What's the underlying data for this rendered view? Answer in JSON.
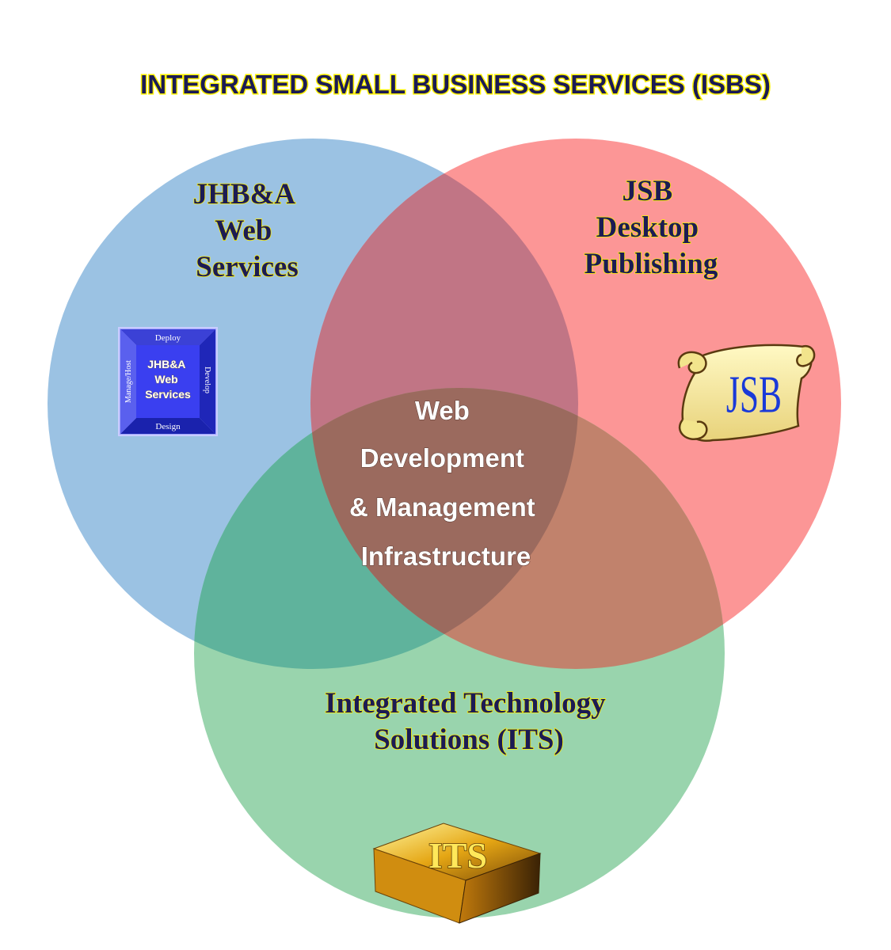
{
  "title": "INTEGRATED SMALL BUSINESS SERVICES (ISBS)",
  "colors": {
    "blue_circle": "#9bc2e3",
    "red_circle": "#fc9696",
    "green_circle": "#99d4ad",
    "blue_red_overlap": "#c17585",
    "blue_green_overlap": "#5fb39c",
    "red_green_overlap": "#c1826c",
    "center_overlap": "#9b6a5e",
    "label_navy": "#1b1b55",
    "label_shadow": "#fff200"
  },
  "circles": {
    "jhba": {
      "label_lines": [
        "JHB&A",
        "Web",
        "Services"
      ],
      "logo": {
        "top": "Deploy",
        "right": "Develop",
        "bottom": "Design",
        "left": "Manage/Host",
        "center_lines": [
          "JHB&A",
          "Web",
          "Services"
        ]
      }
    },
    "jsb": {
      "label_lines": [
        "JSB",
        "Desktop",
        "Publishing"
      ],
      "logo_text": "JSB"
    },
    "its": {
      "label_lines": [
        "Integrated Technology",
        "Solutions (ITS)"
      ],
      "logo_text": "ITS"
    }
  },
  "center": {
    "label_lines": [
      "Web",
      "Development",
      "& Management",
      "Infrastructure"
    ]
  }
}
